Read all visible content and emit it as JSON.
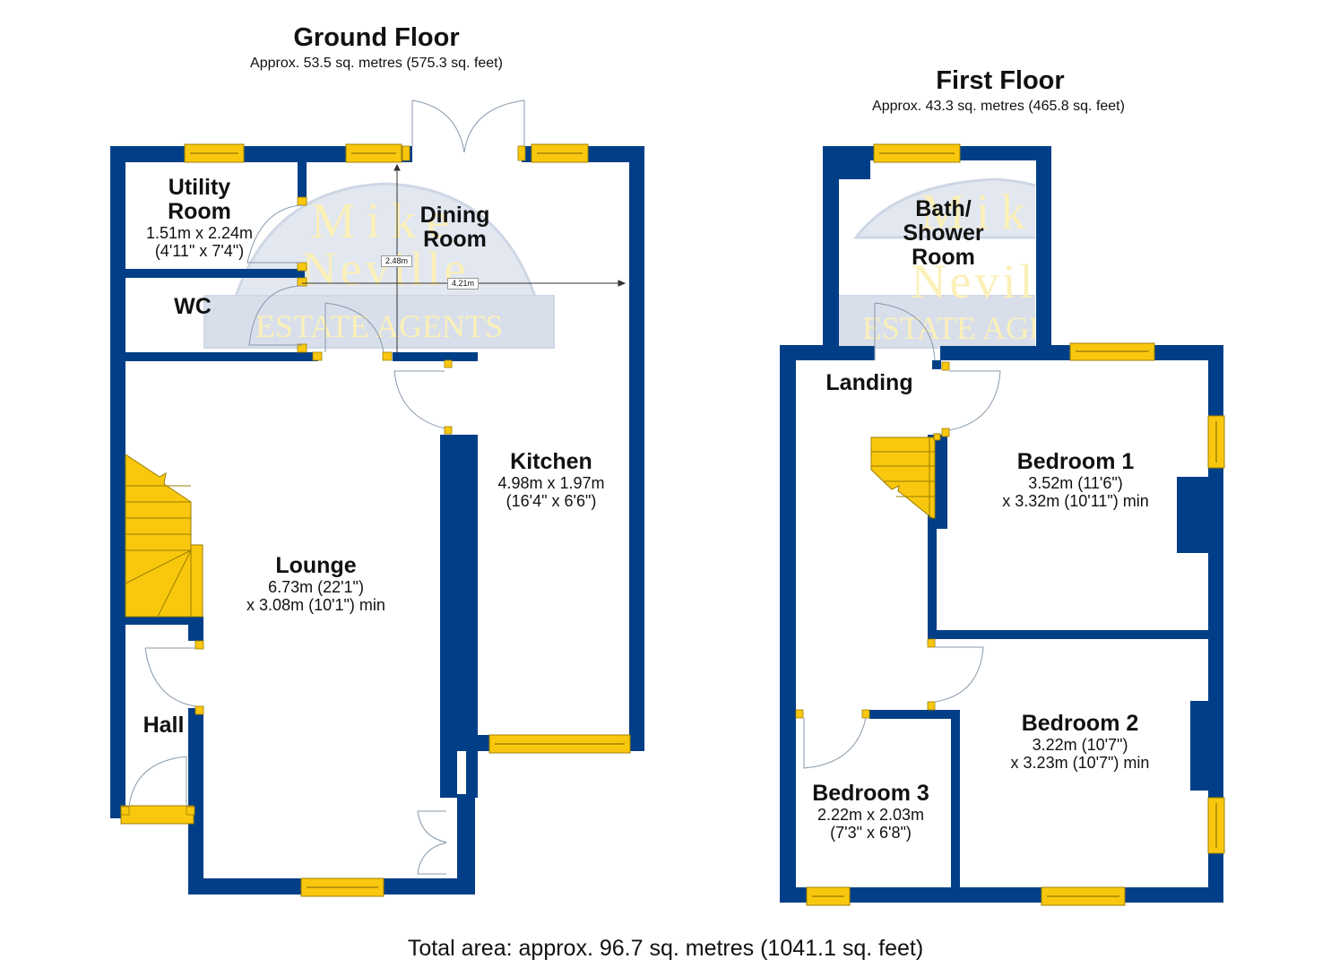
{
  "colors": {
    "wall": "#003f87",
    "window": "#f9c80e",
    "window_edge": "#8a6d00",
    "stairs": "#f9c80e",
    "door_arc": "#8899aa",
    "watermark_bg": "#dde3ee",
    "watermark_text": "#fdf3c0"
  },
  "watermark": {
    "line1": "Mike",
    "line2": "Neville",
    "line3": "ESTATE AGENTS"
  },
  "ground_floor": {
    "title": "Ground Floor",
    "area": "Approx. 53.5 sq. metres (575.3 sq. feet)",
    "rooms": [
      {
        "id": "utility",
        "name": "Utility\nRoom",
        "name_lines": [
          "Utility",
          "Room"
        ],
        "dims": [
          "1.51m x 2.24m",
          "(4'11\" x 7'4\")"
        ]
      },
      {
        "id": "dining",
        "name_lines": [
          "Dining",
          "Room"
        ],
        "dims": []
      },
      {
        "id": "wc",
        "name_lines": [
          "WC"
        ],
        "dims": []
      },
      {
        "id": "kitchen",
        "name_lines": [
          "Kitchen"
        ],
        "dims": [
          "4.98m x 1.97m",
          "(16'4\" x 6'6\")"
        ]
      },
      {
        "id": "lounge",
        "name_lines": [
          "Lounge"
        ],
        "dims": [
          "6.73m (22'1\")",
          "x 3.08m (10'1\") min"
        ]
      },
      {
        "id": "hall",
        "name_lines": [
          "Hall"
        ],
        "dims": []
      }
    ],
    "measurements": [
      {
        "label": "2.48m",
        "orientation": "vertical"
      },
      {
        "label": "4.21m",
        "orientation": "horizontal"
      }
    ]
  },
  "first_floor": {
    "title": "First Floor",
    "area": "Approx. 43.3 sq. metres (465.8 sq. feet)",
    "rooms": [
      {
        "id": "bath",
        "name_lines": [
          "Bath/",
          "Shower",
          "Room"
        ],
        "dims": []
      },
      {
        "id": "landing",
        "name_lines": [
          "Landing"
        ],
        "dims": []
      },
      {
        "id": "bedroom1",
        "name_lines": [
          "Bedroom 1"
        ],
        "dims": [
          "3.52m (11'6\")",
          "x 3.32m (10'11\") min"
        ]
      },
      {
        "id": "bedroom2",
        "name_lines": [
          "Bedroom 2"
        ],
        "dims": [
          "3.22m (10'7\")",
          "x 3.23m (10'7\") min"
        ]
      },
      {
        "id": "bedroom3",
        "name_lines": [
          "Bedroom 3"
        ],
        "dims": [
          "2.22m x 2.03m",
          "(7'3\" x 6'8\")"
        ]
      }
    ]
  },
  "total_area": "Total area: approx. 96.7 sq. metres (1041.1 sq. feet)"
}
